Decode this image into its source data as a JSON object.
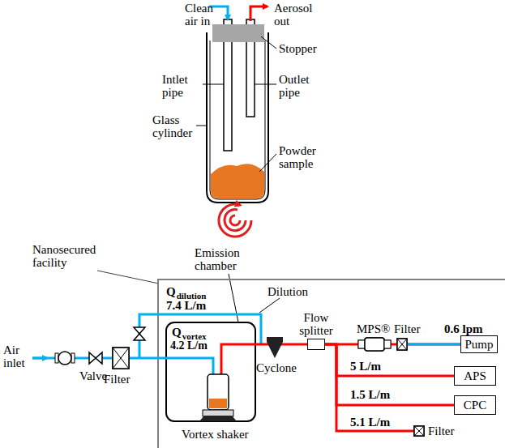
{
  "diagram": {
    "nodes": [
      {
        "text": [
          "Flow splitter"
        ]
      },
      {
        "text": [
          "APS"
        ]
      },
      {
        "text": [
          "CPC"
        ]
      },
      {
        "text": [
          "Pump"
        ]
      }
    ],
    "edges": [
      {
        "from": 0,
        "to": 3,
        "arrow": "none"
      },
      {
        "from": 0,
        "to": 1,
        "label": "5 L/m",
        "arrow": "none"
      },
      {
        "from": 0,
        "to": 2,
        "label": "1.5 L/m",
        "arrow": "none"
      }
    ],
    "labels": [
      "Clean air in",
      "Aerosol out",
      "Stopper",
      "Intlet pipe",
      "Outlet pipe",
      "Glass cylinder",
      "Powder sample",
      "Nanosecured facility",
      "Emission chamber",
      "Dilution",
      "Q",
      "dilution",
      "7.4 L/m",
      "Q",
      "vortex",
      "4.2 L/m",
      "Air inlet",
      "Valve",
      "Filter",
      "Cyclone",
      "MPS®",
      "Filter",
      "0.6 lpm",
      "5.1 L/m",
      "Filter",
      "Vortex shaker"
    ]
  }
}
